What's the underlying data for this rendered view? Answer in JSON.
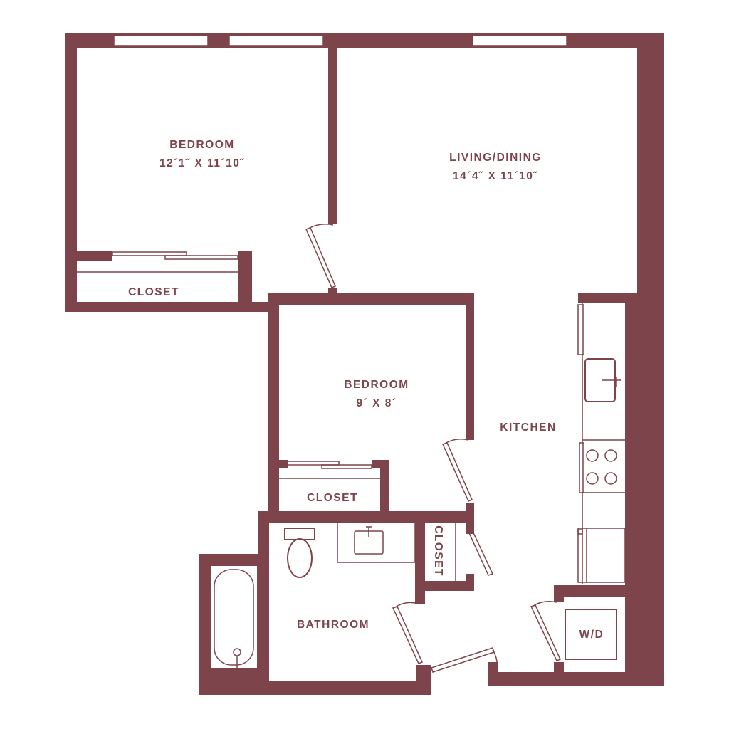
{
  "rooms": {
    "bedroom1": {
      "name": "BEDROOM",
      "size": "12´1˝ X 11´10˝"
    },
    "living": {
      "name": "LIVING/DINING",
      "size": "14´4˝ X 11´10˝"
    },
    "bedroom2": {
      "name": "BEDROOM",
      "size": "9´ X 8´"
    },
    "kitchen": {
      "name": "KITCHEN"
    },
    "bathroom": {
      "name": "BATHROOM"
    },
    "closet1": {
      "name": "CLOSET"
    },
    "closet2": {
      "name": "CLOSET"
    },
    "closet3": {
      "name": "CLOSET"
    },
    "laundry": {
      "name": "W/D"
    }
  },
  "colors": {
    "wall": "#7d444b",
    "background": "#ffffff"
  }
}
